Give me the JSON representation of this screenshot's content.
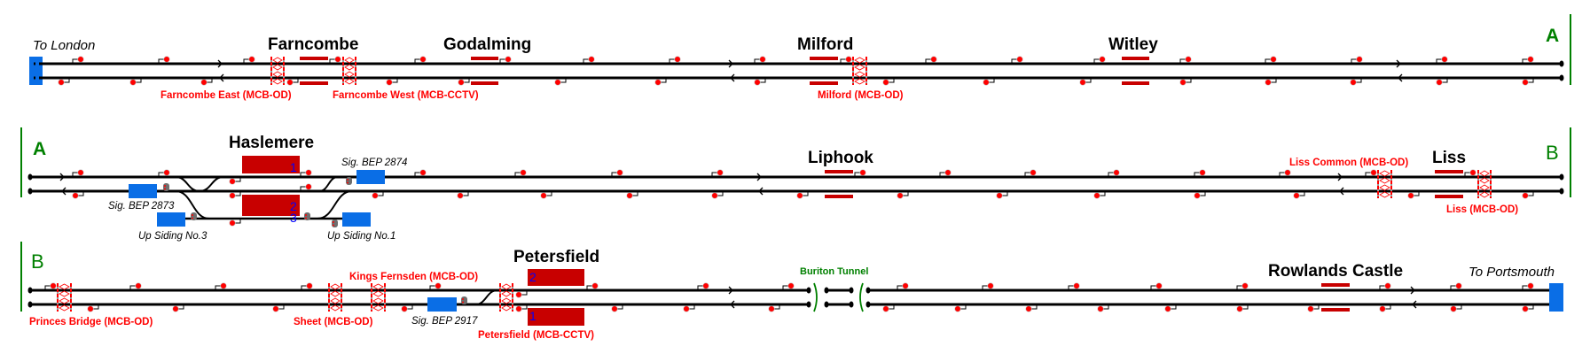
{
  "destinations": {
    "london": "To London",
    "portsmouth": "To Portsmouth"
  },
  "stations": {
    "farncombe": "Farncombe",
    "godalming": "Godalming",
    "milford": "Milford",
    "witley": "Witley",
    "haslemere": "Haslemere",
    "liphook": "Liphook",
    "liss": "Liss",
    "petersfield": "Petersfield",
    "rowlands_castle": "Rowlands Castle"
  },
  "signal_boxes": {
    "farncombe_east": "Farncombe East (MCB-OD)",
    "farncombe_west": "Farncombe West (MCB-CCTV)",
    "milford": "Milford (MCB-OD)",
    "liss_common": "Liss Common (MCB-OD)",
    "liss": "Liss (MCB-OD)",
    "princes_bridge": "Princes Bridge (MCB-OD)",
    "sheet": "Sheet (MCB-OD)",
    "kings_fernsden": "Kings Fernsden (MCB-OD)",
    "petersfield": "Petersfield (MCB-CCTV)"
  },
  "continuation_markers": {
    "a": "A",
    "b": "B"
  },
  "signal_labels": {
    "bep_2873": "Sig. BEP 2873",
    "bep_2874": "Sig. BEP 2874",
    "bep_2917": "Sig. BEP 2917"
  },
  "sidings": {
    "up_siding_3": "Up Siding No.3",
    "up_siding_1": "Up Siding No.1"
  },
  "tunnel": "Buriton Tunnel",
  "platform_numbers": {
    "haslemere": [
      "1",
      "2",
      "3"
    ],
    "petersfield": [
      "2",
      "1"
    ]
  },
  "colors": {
    "track": "#000000",
    "signal": "#ff0000",
    "platform": "#c80000",
    "block": "#0a6ee6",
    "marker": "#008000",
    "shunt": "#6e6e6e"
  }
}
